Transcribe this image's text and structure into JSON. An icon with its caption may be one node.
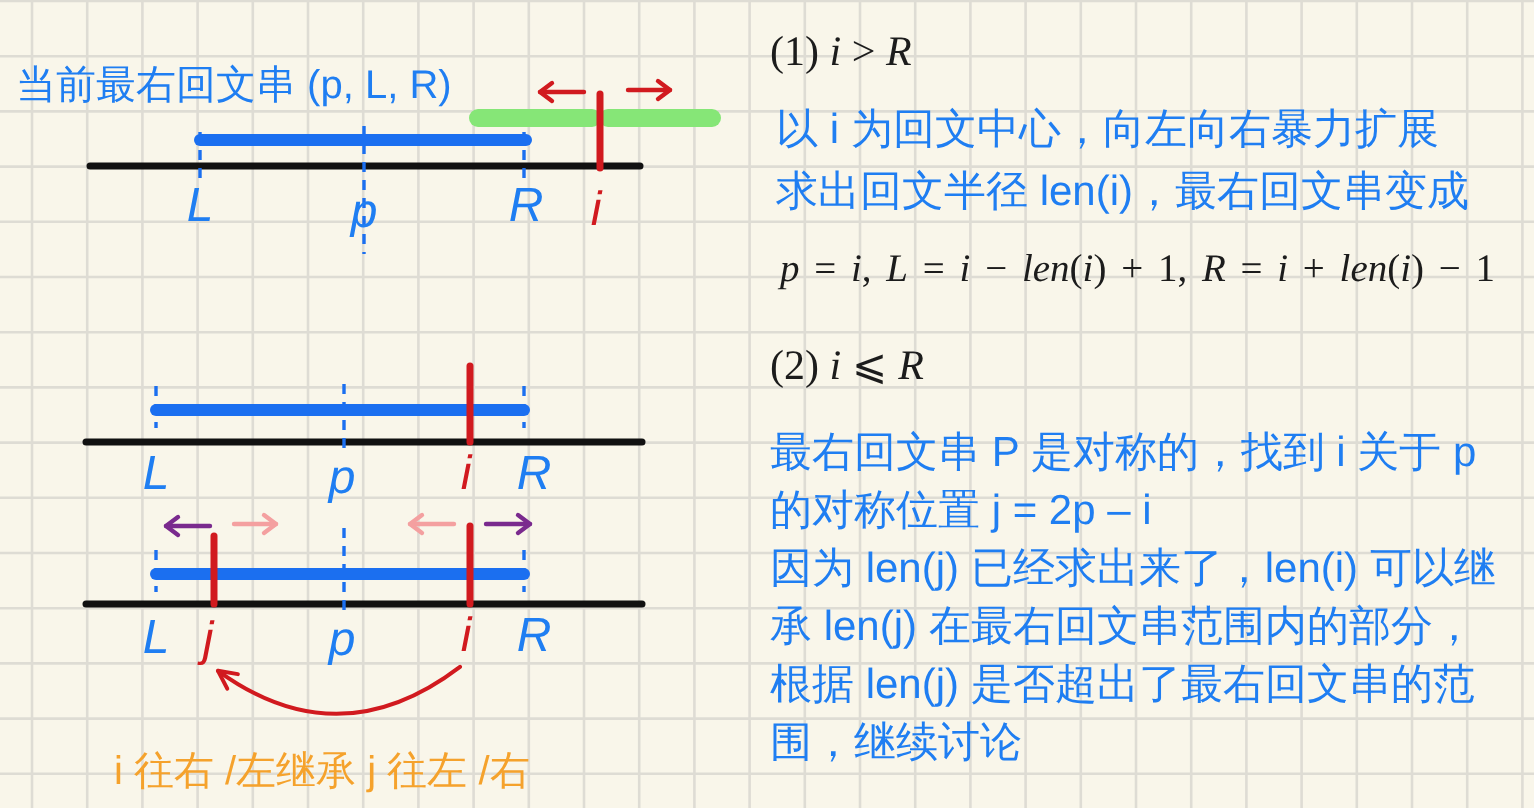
{
  "diagram": {
    "nodes": [
      {
        "text": [
          "j"
        ]
      },
      {
        "text": [
          "i"
        ]
      }
    ],
    "edges": [
      {
        "from": 1,
        "to": 0,
        "arrow": "to"
      }
    ],
    "labels": [
      "当前最右回文串 (p, L, R)",
      "L",
      "p",
      "R",
      "i",
      "(1) *i* > *R*",
      "以 i 为回文中心，向左向右暴力扩展",
      "求出回文半径 len(i)，最右回文串变成",
      "*p* = *i*, *L* = *i* − *len*(*i*) + 1, *R* = *i* + *len*(*i*) − 1",
      "(2) *i* ⩽ *R*",
      "L",
      "p",
      "i",
      "R",
      "最右回文串 P 是对称的，找到 i 关于 p 的对称位置 j = 2p – i",
      "因为 len(j) 已经求出来了，len(i) 可以继承 len(j) 在最右回文串范围内的部分，",
      "根据 len(j) 是否超出了最右回文串的范围，继续讨论",
      "L",
      "p",
      "R",
      "i 往右 /左继承 j 往左 /右"
    ]
  }
}
